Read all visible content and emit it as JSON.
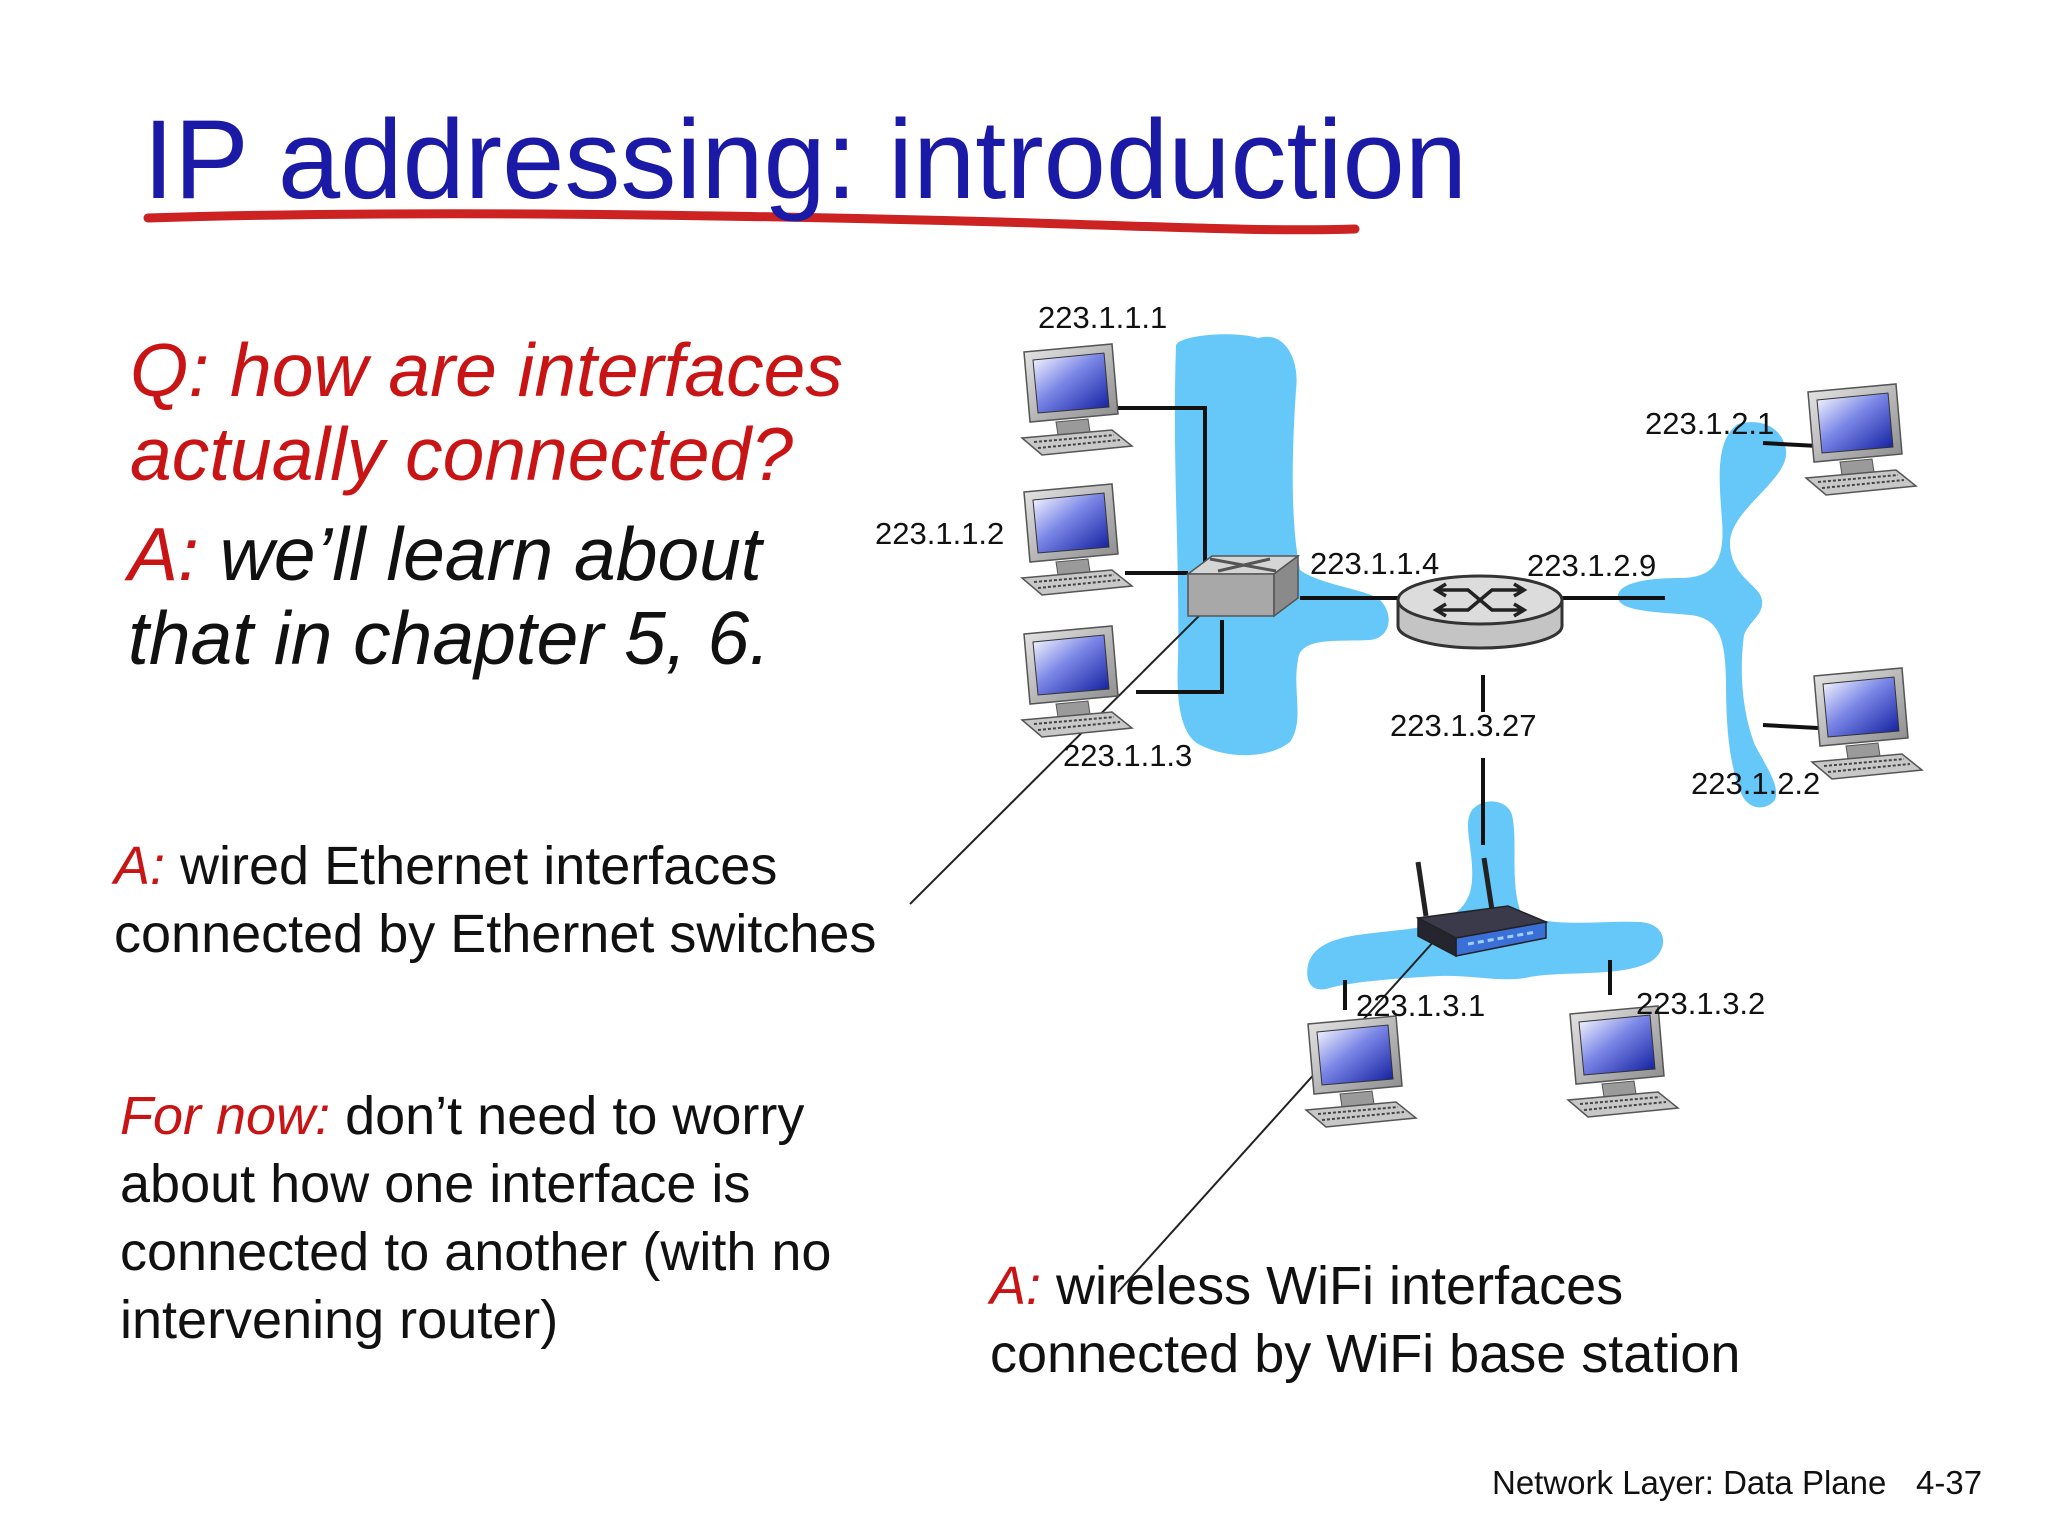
{
  "title": "IP addressing: introduction",
  "question": {
    "line1": "Q: how are interfaces",
    "line2": "actually connected?"
  },
  "answer_intro": {
    "prefix": "A:",
    "line1_rest": " we’ll learn about",
    "line2": "that in chapter 5, 6."
  },
  "ethernet_note": {
    "prefix": "A:",
    "line1_rest": " wired Ethernet interfaces",
    "line2": "connected by Ethernet switches"
  },
  "for_now_note": {
    "prefix": "For now:",
    "line1_rest": " don’t need to worry",
    "line2": "about how one interface is",
    "line3": "connected to another (with no",
    "line4": "intervening router)"
  },
  "wifi_note": {
    "prefix": "A:",
    "line1_rest": " wireless WiFi interfaces",
    "line2": "connected by WiFi base station"
  },
  "ip_labels": {
    "h111": "223.1.1.1",
    "h112": "223.1.1.2",
    "h113": "223.1.1.3",
    "r114": "223.1.1.4",
    "r129": "223.1.2.9",
    "h121": "223.1.2.1",
    "h122": "223.1.2.2",
    "r1327": "223.1.3.27",
    "h131": "223.1.3.1",
    "h132": "223.1.3.2"
  },
  "footer": {
    "section": "Network Layer: Data Plane",
    "page": "4-37"
  },
  "colors": {
    "title": "#1a1aa6",
    "accent_red": "#c81414",
    "subnet_blue": "#66c8f8",
    "underline": "#cc2222"
  },
  "icons": [
    "computer-icon",
    "ethernet-switch-icon",
    "router-icon",
    "wifi-base-station-icon"
  ]
}
